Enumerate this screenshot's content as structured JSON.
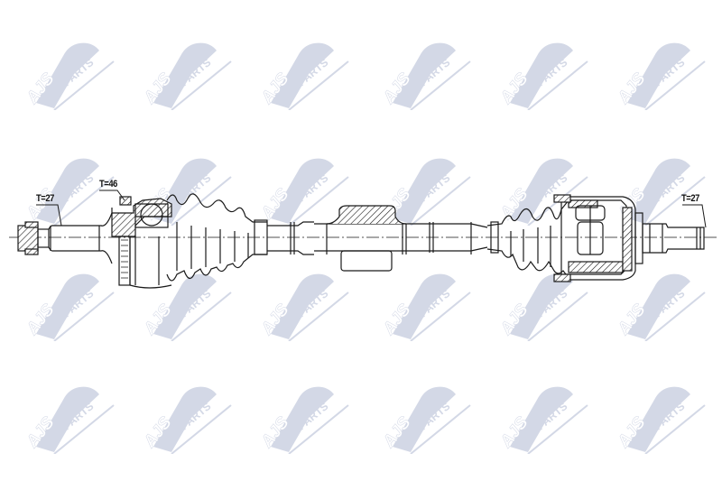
{
  "diagram": {
    "subject": "drive shaft (CV axle) technical drawing",
    "watermark": {
      "brand": "AJS",
      "word": "PARTS",
      "color": "#d3d8e6",
      "columns_x": [
        30,
        160,
        290,
        425,
        555,
        685
      ],
      "rows_y": [
        22,
        150,
        278,
        403
      ]
    },
    "labels": {
      "outer_spline": "T=27",
      "abs_ring": "T=46",
      "inner_spline": "T=27"
    },
    "line_color": "#1a1a1a"
  }
}
